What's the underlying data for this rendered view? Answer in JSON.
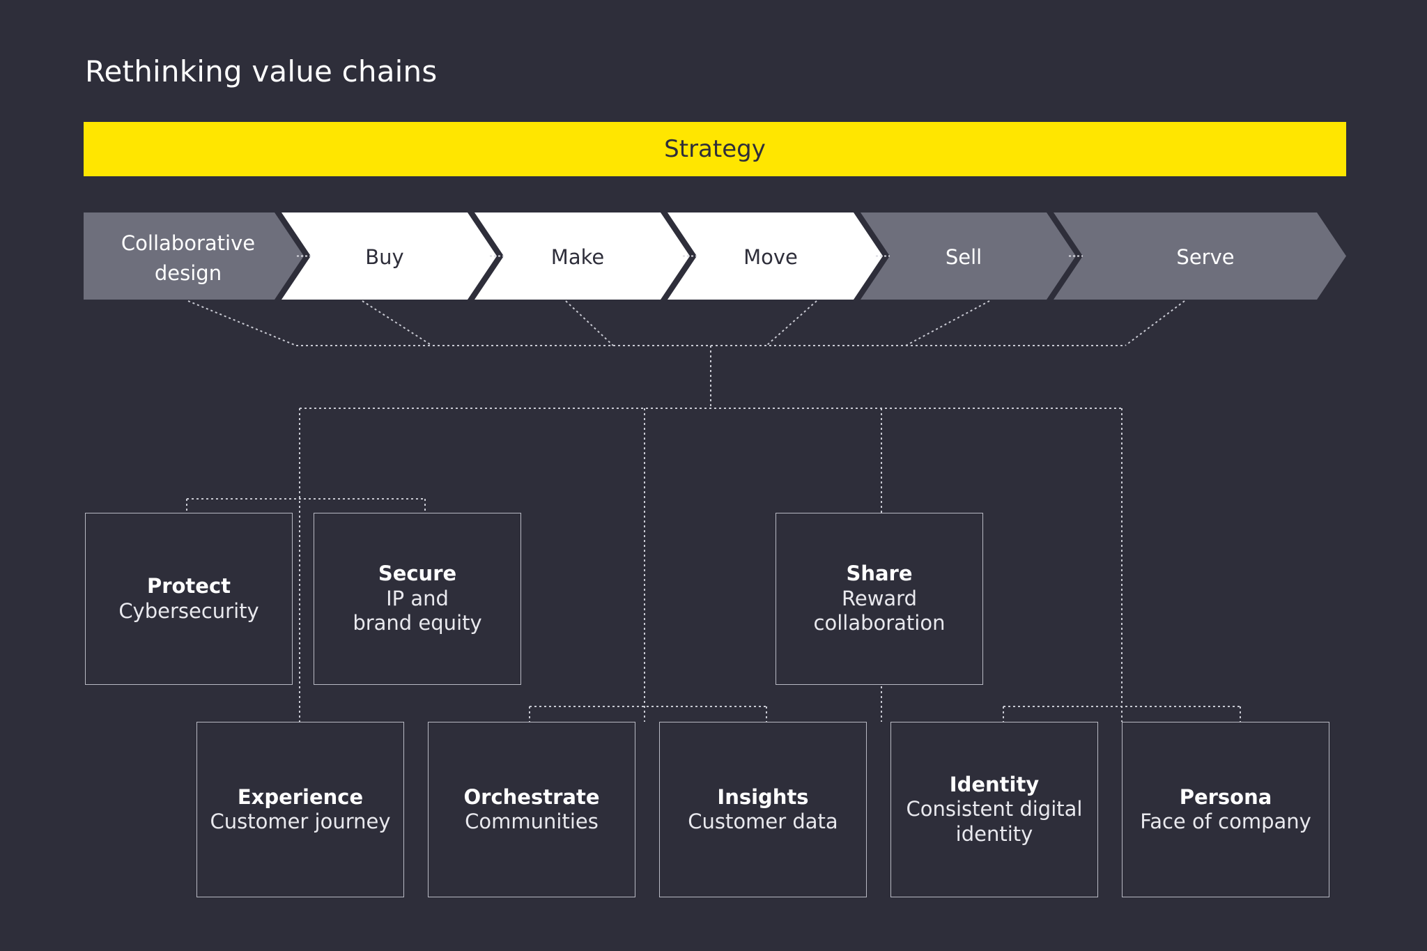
{
  "page": {
    "title": "Rethinking value chains",
    "background_color": "#2e2e3a"
  },
  "strategy_bar": {
    "label": "Strategy",
    "color": "#ffe600",
    "text_color": "#2e2e3a"
  },
  "value_chain": {
    "accent_gray": "#6e6f7c",
    "accent_white": "#ffffff",
    "stages": [
      {
        "label": "Collaborative design",
        "line1": "Collaborative",
        "line2": "design",
        "style": "gray"
      },
      {
        "label": "Buy",
        "line1": "Buy",
        "line2": "",
        "style": "white"
      },
      {
        "label": "Make",
        "line1": "Make",
        "line2": "",
        "style": "white"
      },
      {
        "label": "Move",
        "line1": "Move",
        "line2": "",
        "style": "white"
      },
      {
        "label": "Sell",
        "line1": "Sell",
        "line2": "",
        "style": "gray"
      },
      {
        "label": "Serve",
        "line1": "Serve",
        "line2": "",
        "style": "gray"
      }
    ]
  },
  "capability_rows": {
    "upper": [
      {
        "title": "Protect",
        "subtitle": "Cybersecurity"
      },
      {
        "title": "Secure",
        "subtitle": "IP and\nbrand equity"
      },
      {
        "title": "Share",
        "subtitle": "Reward\ncollaboration"
      }
    ],
    "lower": [
      {
        "title": "Experience",
        "subtitle": "Customer journey"
      },
      {
        "title": "Orchestrate",
        "subtitle": "Communities"
      },
      {
        "title": "Insights",
        "subtitle": "Customer data"
      },
      {
        "title": "Identity",
        "subtitle": "Consistent digital\nidentity"
      },
      {
        "title": "Persona",
        "subtitle": "Face of company"
      }
    ]
  }
}
